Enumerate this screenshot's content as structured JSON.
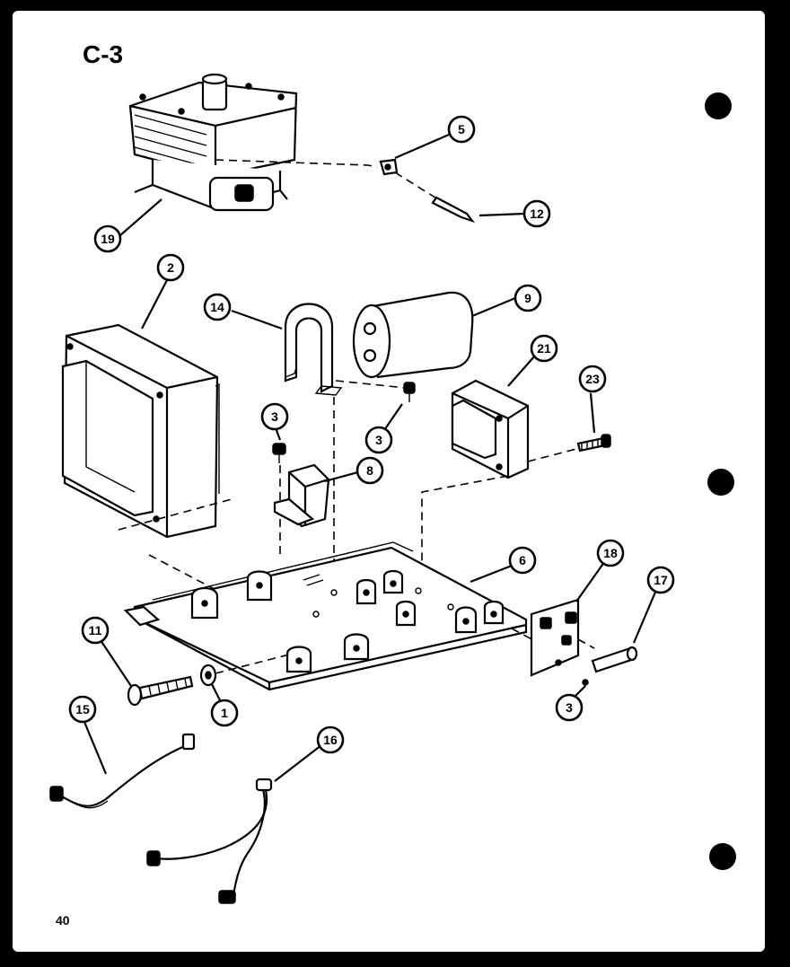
{
  "diagram": {
    "title": "C-3",
    "page_number": "40",
    "callouts": [
      "19",
      "5",
      "12",
      "2",
      "14",
      "9",
      "21",
      "23",
      "3",
      "3",
      "8",
      "6",
      "18",
      "17",
      "11",
      "1",
      "15",
      "16",
      "3"
    ]
  }
}
